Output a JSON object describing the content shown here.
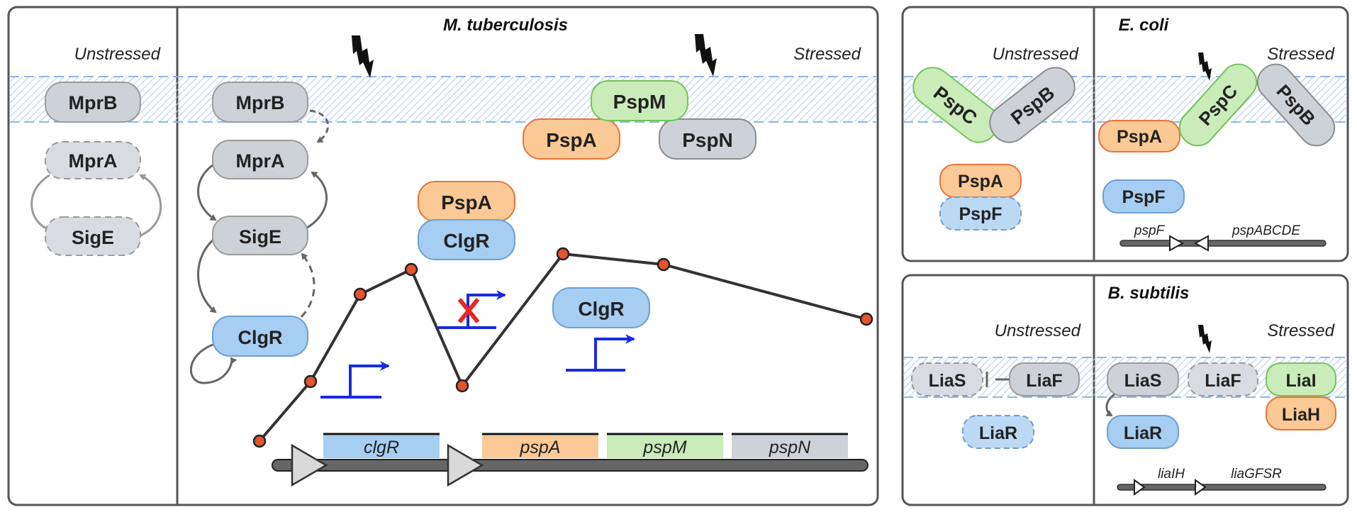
{
  "colors": {
    "gray_fill": "#cdd2d9",
    "gray_stroke": "#8c8c8c",
    "blue_fill": "#a6cdf2",
    "blue_stroke": "#6da0d0",
    "orange_fill": "#fbc995",
    "orange_stroke": "#e8743b",
    "green_fill": "#c9ecb8",
    "green_stroke": "#72c55a",
    "promoter_blue": "#1a2ae0",
    "node_red": "#e5542c",
    "membrane_blue": "#a9c9ee"
  },
  "mtb": {
    "title": "M. tuberculosis",
    "unstressed": "Unstressed",
    "stressed": "Stressed",
    "left": {
      "mprB": "MprB",
      "mprA": "MprA",
      "sigE": "SigE"
    },
    "right": {
      "mprB": "MprB",
      "mprA": "MprA",
      "sigE": "SigE",
      "clgR": "ClgR",
      "pspM": "PspM",
      "pspA_mem": "PspA",
      "pspN": "PspN",
      "pspA_cplx": "PspA",
      "clgR_cplx": "ClgR",
      "clgR_free": "ClgR"
    },
    "genes": {
      "clgR": "clgR",
      "pspA": "pspA",
      "pspM": "pspM",
      "pspN": "pspN"
    }
  },
  "ecoli": {
    "title": "E. coli",
    "unstressed": "Unstressed",
    "stressed": "Stressed",
    "left": {
      "pspC": "PspC",
      "pspB": "PspB",
      "pspA": "PspA",
      "pspF": "PspF"
    },
    "right": {
      "pspA": "PspA",
      "pspC": "PspC",
      "pspB": "PspB",
      "pspF": "PspF"
    },
    "genes": {
      "left": "pspF",
      "right": "pspABCDE"
    }
  },
  "bsub": {
    "title": "B. subtilis",
    "unstressed": "Unstressed",
    "stressed": "Stressed",
    "left": {
      "liaS": "LiaS",
      "liaF": "LiaF",
      "liaR": "LiaR"
    },
    "right": {
      "liaS": "LiaS",
      "liaF": "LiaF",
      "liaI": "LiaI",
      "liaH": "LiaH",
      "liaR": "LiaR"
    },
    "genes": {
      "left": "liaIH",
      "right": "liaGFSR"
    }
  }
}
